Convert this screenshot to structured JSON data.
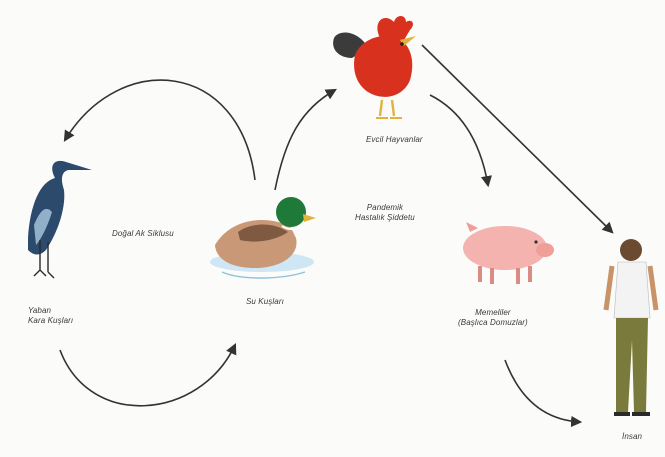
{
  "labels": {
    "heron": "Yaban\nKara Kuşları",
    "duck": "Su Kuşları",
    "rooster": "Evcil Hayvanlar",
    "pig": "Memeliler\n(Başlıca Domuzlar)",
    "human": "İnsan",
    "natural_cycle": "Doğal Ak Siklusu",
    "epidemic": "Pandemik\nHastalık Şiddetu"
  },
  "icons": [
    "heron-icon",
    "duck-icon",
    "rooster-icon",
    "pig-icon",
    "human-icon"
  ],
  "colors": {
    "arrow": "#333333",
    "rooster_red": "#d8321f",
    "duck_green": "#1f7a3a",
    "pig_pink": "#f4b3ae",
    "heron_blue": "#2c4a6b",
    "pants": "#7a7a3c"
  }
}
